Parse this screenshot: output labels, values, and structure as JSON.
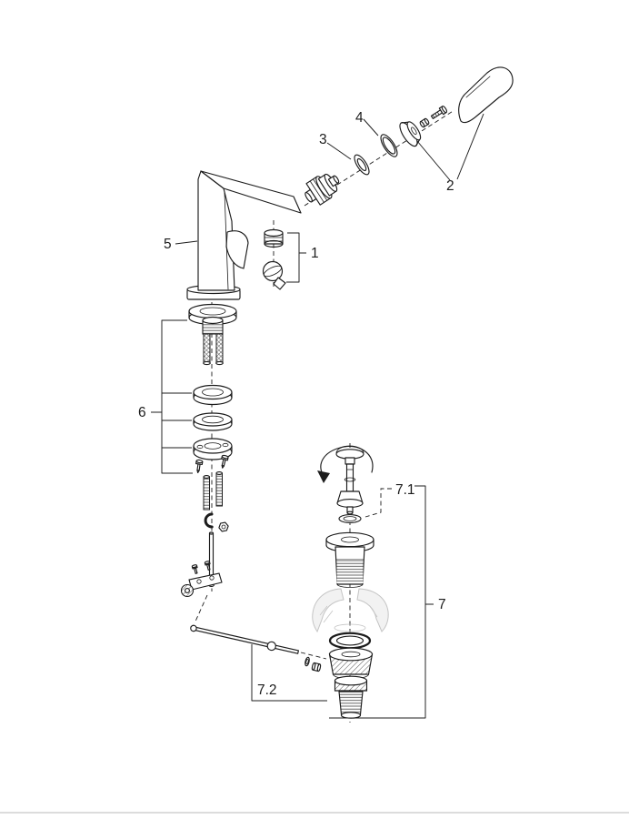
{
  "colors": {
    "background": "#ffffff",
    "line": "#1c1c1c",
    "ghost": "#c4c4c4",
    "divider": "#dcdcdc"
  },
  "callouts": {
    "n1": "1",
    "n2": "2",
    "n3": "3",
    "n4": "4",
    "n5": "5",
    "n6": "6",
    "n7": "7",
    "n71": "7.1",
    "n72": "7.2"
  }
}
